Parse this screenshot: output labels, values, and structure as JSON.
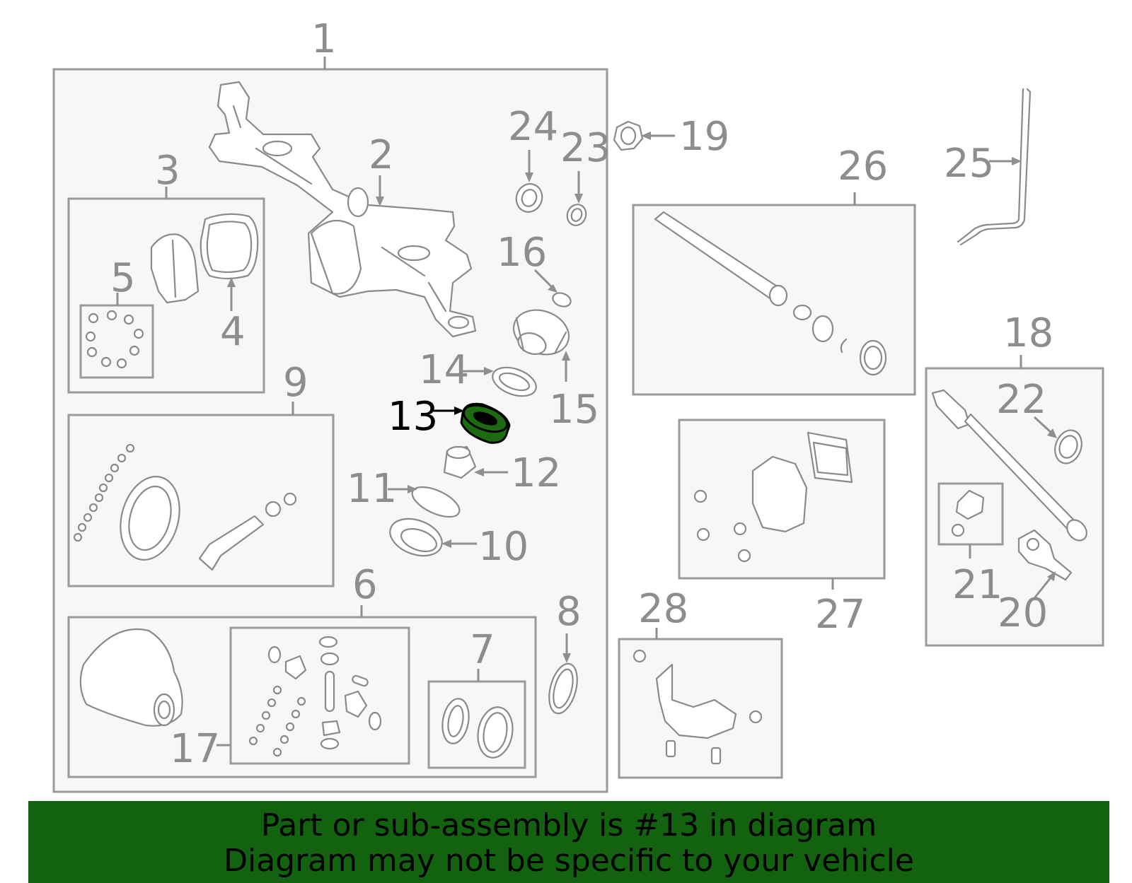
{
  "callouts": {
    "c1": "1",
    "c2": "2",
    "c3": "3",
    "c4": "4",
    "c5": "5",
    "c6": "6",
    "c7": "7",
    "c8": "8",
    "c9": "9",
    "c10": "10",
    "c11": "11",
    "c12": "12",
    "c13": "13",
    "c14": "14",
    "c15": "15",
    "c16": "16",
    "c17": "17",
    "c18": "18",
    "c19": "19",
    "c20": "20",
    "c21": "21",
    "c22": "22",
    "c23": "23",
    "c24": "24",
    "c25": "25",
    "c26": "26",
    "c27": "27",
    "c28": "28"
  },
  "highlight": {
    "part_number": "13",
    "color": "#1c6b10"
  },
  "footer": {
    "line1": "Part or sub-assembly is #13 in diagram",
    "line2": "Diagram may not be specific to your vehicle",
    "background": "#136210"
  }
}
